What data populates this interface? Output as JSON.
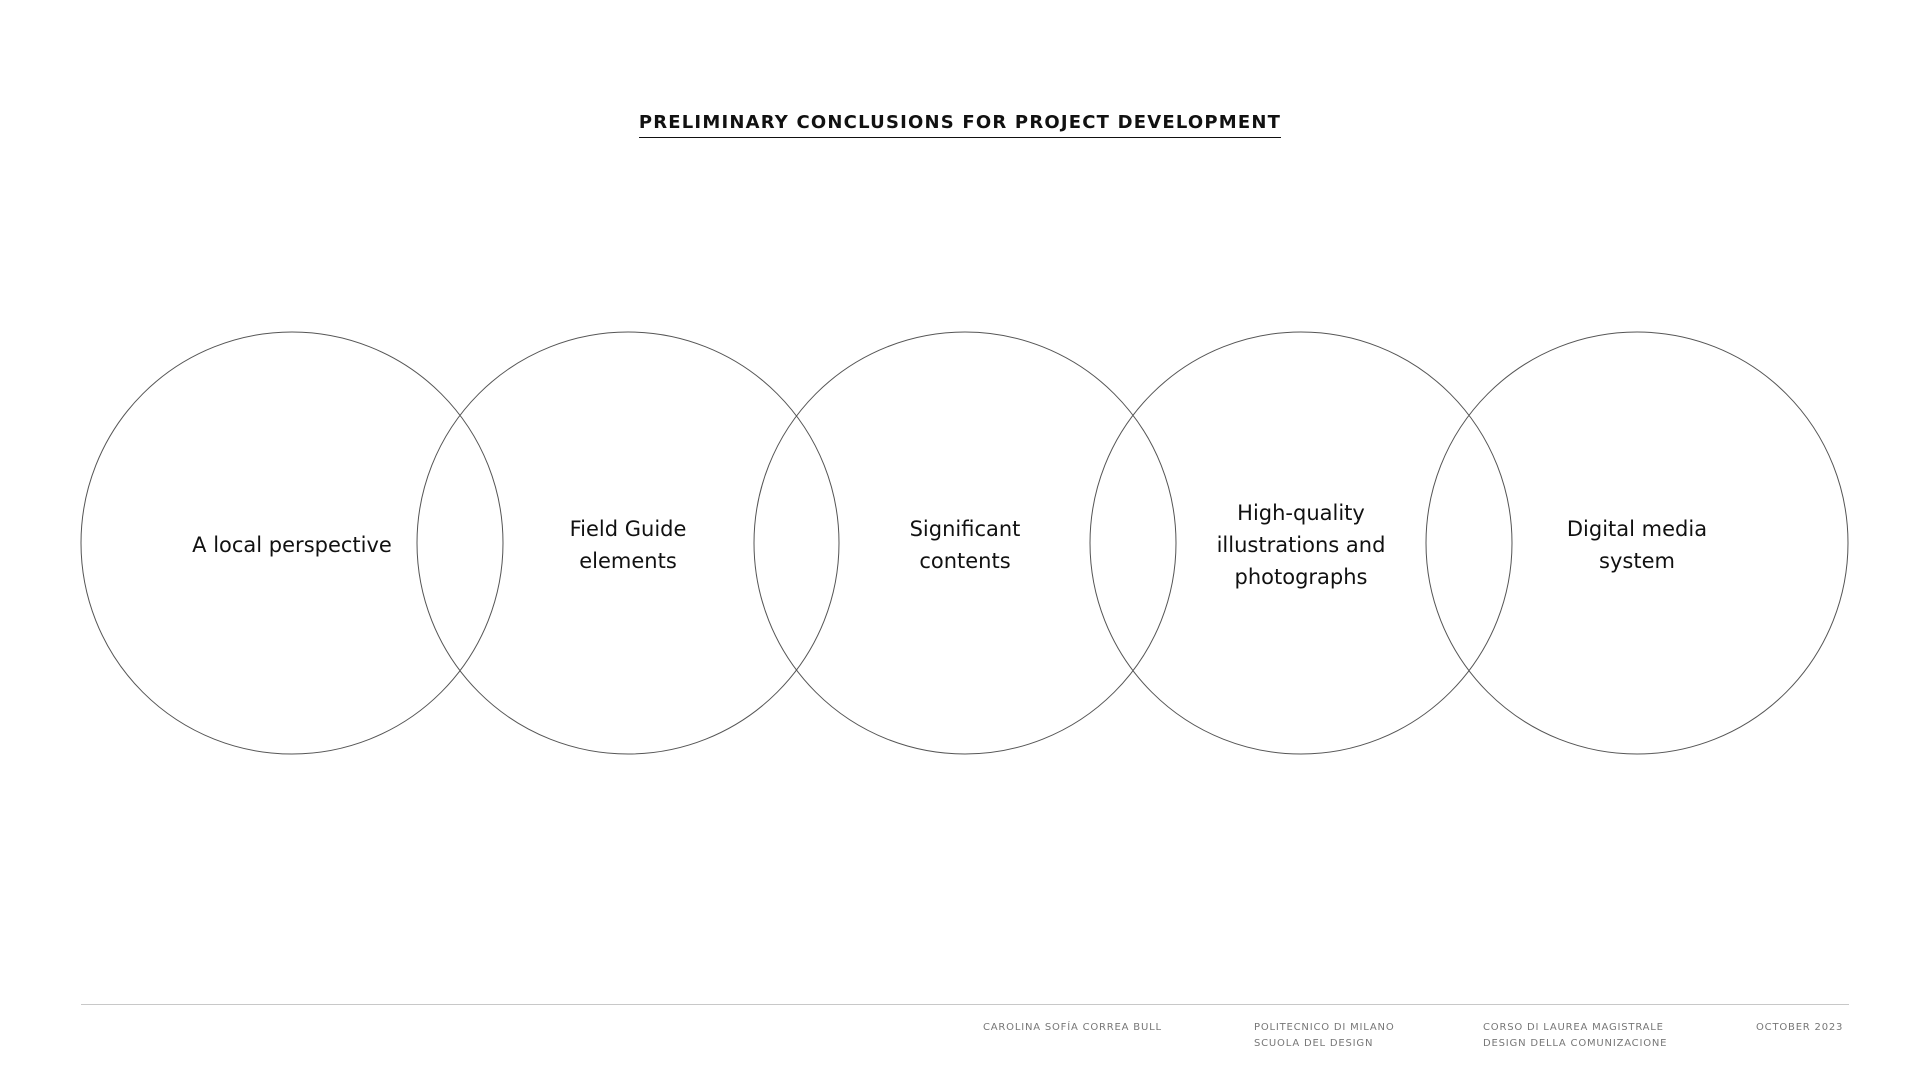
{
  "title": "PRELIMINARY CONCLUSIONS FOR PROJECT DEVELOPMENT",
  "circles": [
    {
      "label": "A local perspective"
    },
    {
      "label": "Field Guide\nelements"
    },
    {
      "label": "Significant\ncontents"
    },
    {
      "label": "High-quality\nillustrations and\nphotographs"
    },
    {
      "label": "Digital media\nsystem"
    }
  ],
  "footer": {
    "author": "CAROLINA SOFÍA CORREA BULL",
    "institution_line1": "POLITECNICO DI MILANO",
    "institution_line2": "SCUOLA DEL DESIGN",
    "course_line1": "CORSO DI LAUREA MAGISTRALE",
    "course_line2": "DESIGN DELLA COMUNIZACIONE",
    "date": "OCTOBER 2023"
  },
  "colors": {
    "circle_stroke": "#555555",
    "text": "#111111",
    "footer_text": "#777777",
    "footer_rule": "#c8c8c8"
  }
}
